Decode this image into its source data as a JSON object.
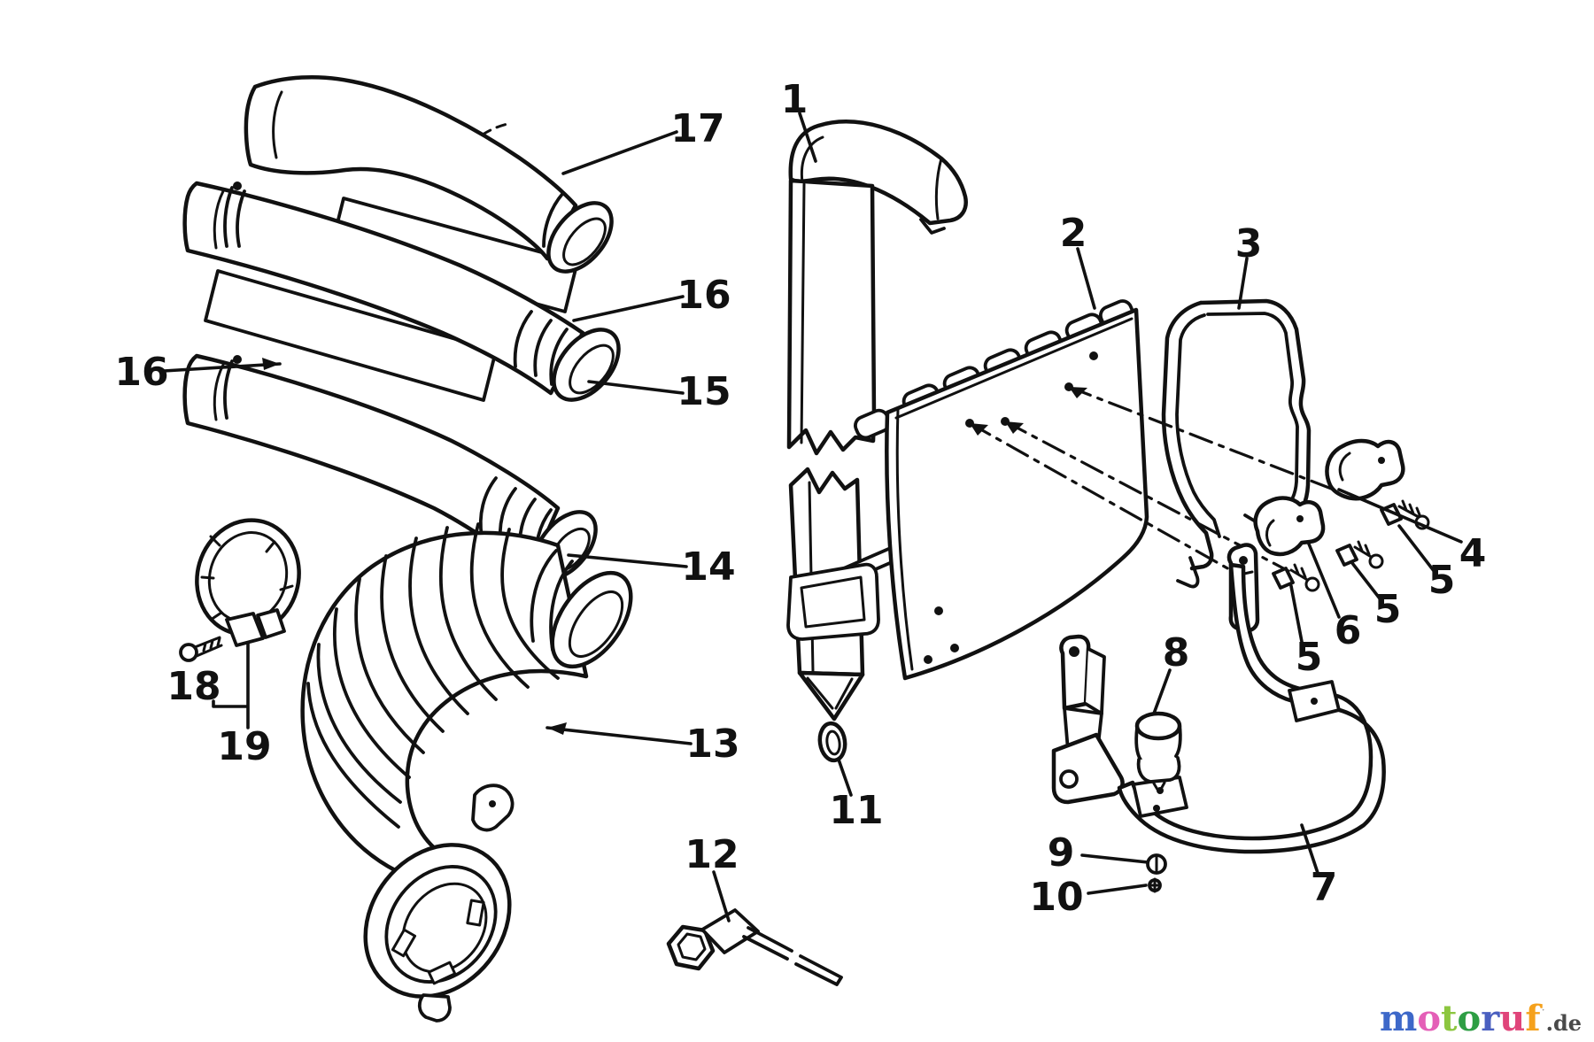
{
  "colors": {
    "background": "#ffffff",
    "line": "#111111"
  },
  "labels": {
    "l1": "1",
    "l2": "2",
    "l3": "3",
    "l4": "4",
    "l5a": "5",
    "l5b": "5",
    "l5c": "5",
    "l6": "6",
    "l7": "7",
    "l8": "8",
    "l9": "9",
    "l10": "10",
    "l11": "11",
    "l12": "12",
    "l13": "13",
    "l14": "14",
    "l15": "15",
    "l16a": "16",
    "l16b": "16",
    "l17": "17",
    "l18": "18",
    "l19": "19"
  },
  "watermark": {
    "letters": [
      {
        "ch": "m",
        "color": "#3d68c9"
      },
      {
        "ch": "o",
        "color": "#e45fb7"
      },
      {
        "ch": "t",
        "color": "#8cc63f"
      },
      {
        "ch": "o",
        "color": "#2e9e44"
      },
      {
        "ch": "r",
        "color": "#4a5fc0"
      },
      {
        "ch": "u",
        "color": "#e0447a"
      },
      {
        "ch": "f",
        "color": "#f5a11c"
      }
    ],
    "mark": "˙",
    "suffix": ".de"
  }
}
